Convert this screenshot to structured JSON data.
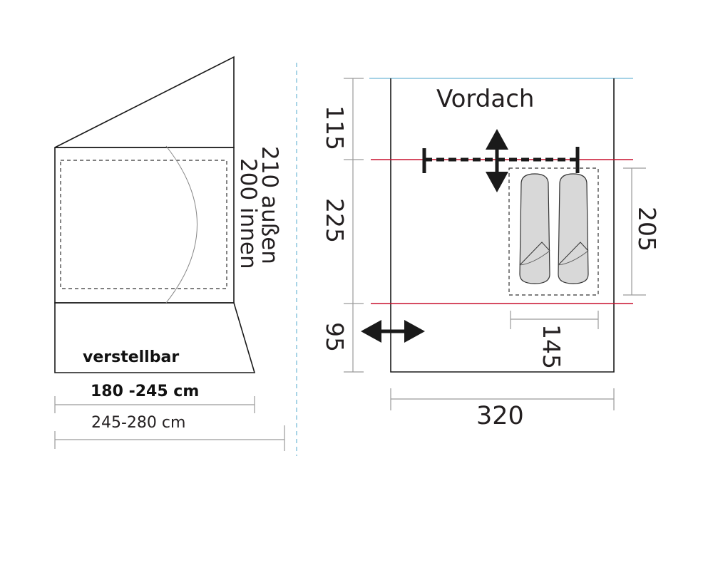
{
  "side_view": {
    "height_outer_label": "210 außen",
    "height_inner_label": "200 innen",
    "adjustable_label": "verstellbar",
    "inner_width_label": "180 -245 cm",
    "outer_width_label": "245-280 cm"
  },
  "floor_plan": {
    "canopy_label": "Vordach",
    "depth_front_label": "115",
    "depth_middle_label": "225",
    "depth_rear_label": "95",
    "cabin_length_label": "205",
    "cabin_width_label": "145",
    "total_width_label": "320"
  },
  "colors": {
    "outline": "#1a1a1a",
    "dimension_line": "#9a9a9a",
    "red_line": "#c8102e",
    "blue_line": "#6fb7d6",
    "sleeping_bag_fill": "#d8d8d8"
  }
}
